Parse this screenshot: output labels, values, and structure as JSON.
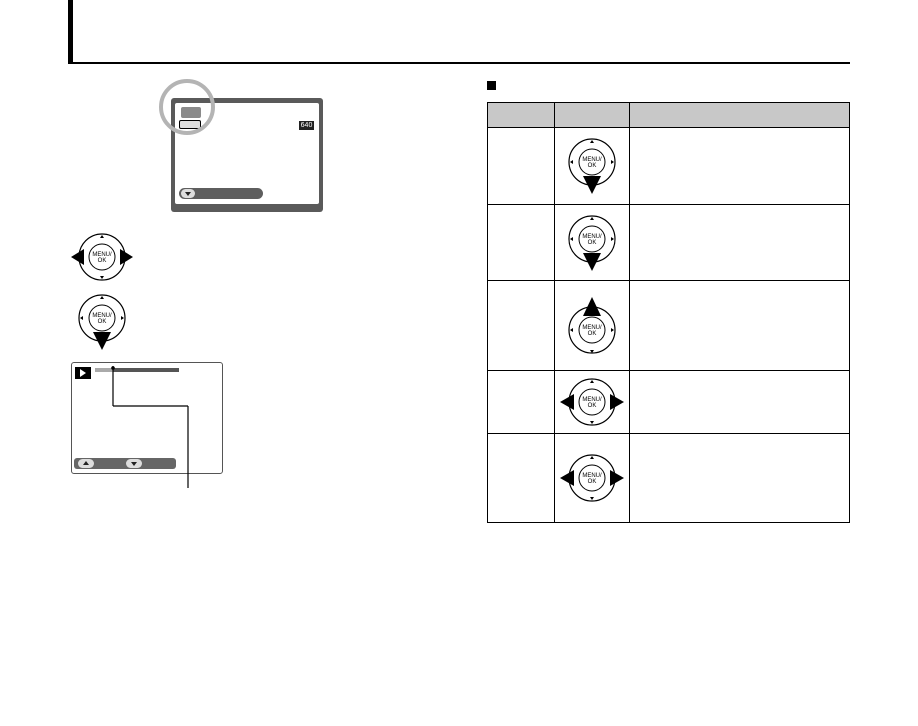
{
  "header": {
    "title": ""
  },
  "camera_screen": {
    "movie_icon": "movie-mode-icon",
    "quality_icon": "quality-icon",
    "size_badge": "640",
    "bottom_pill_icon": "down-arrow-icon"
  },
  "dpad": {
    "center_line1": "MENU/",
    "center_line2": "OK"
  },
  "playback_screen": {
    "play_icon": "playback-icon",
    "up_button": "up-arrow-icon",
    "down_button": "down-arrow-icon",
    "progress": 0.21
  },
  "table": {
    "section_heading": "",
    "columns": [
      "",
      "",
      ""
    ],
    "rows": [
      {
        "button_icon": "dpad-down-icon"
      },
      {
        "button_icon": "dpad-down-icon"
      },
      {
        "button_icon": "dpad-up-icon"
      },
      {
        "button_icon": "dpad-left-right-icon"
      },
      {
        "button_icon": "dpad-left-right-icon"
      }
    ]
  },
  "colors": {
    "header_rule": "#000000",
    "table_header_bg": "#c8c8c8",
    "highlight_ring": "#b4b4b4",
    "camera_frame": "#5a5a5a"
  }
}
